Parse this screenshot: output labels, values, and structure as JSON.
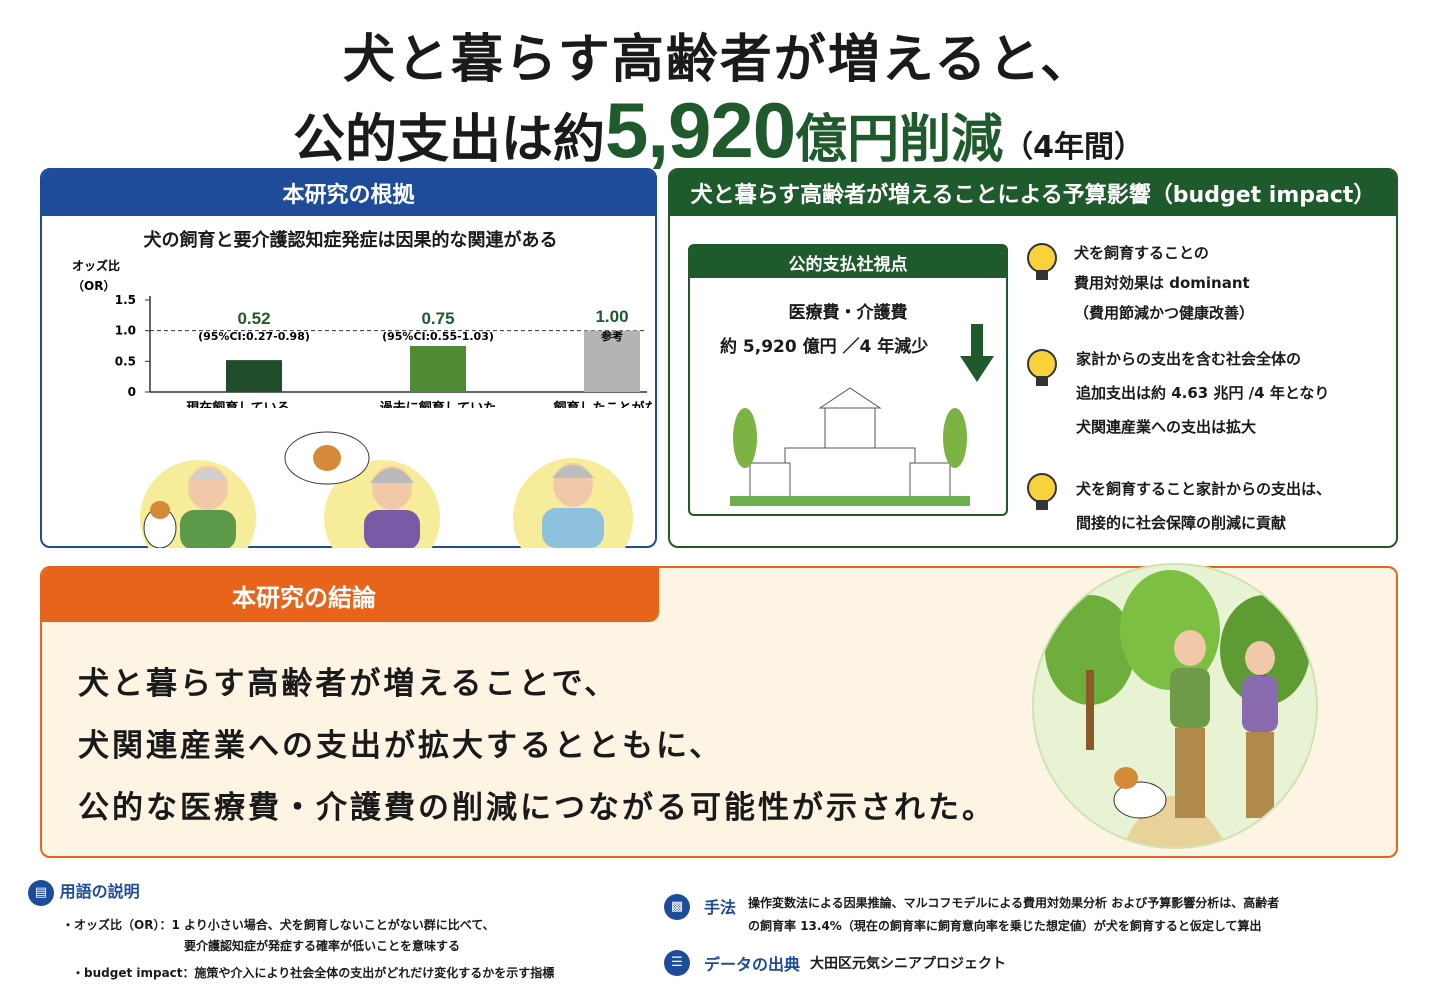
{
  "title": {
    "line1": "犬と暮らす高齢者が増えると、",
    "line2_prefix": "公的支出は約",
    "line2_number": "5,920",
    "line2_unit": "億円削減",
    "line2_suffix": "（4年間）"
  },
  "left_panel": {
    "header": "本研究の根拠",
    "subtitle": "犬の飼育と要介護認知症発症は因果的な関連がある",
    "y_label_1": "オッズ比",
    "y_label_2": "（OR）"
  },
  "chart_data": {
    "type": "bar",
    "categories": [
      "現在飼育している",
      "過去に飼育していた",
      "飼育したことがない"
    ],
    "values": [
      0.52,
      0.75,
      1.0
    ],
    "value_labels": [
      "0.52",
      "0.75",
      "1.00"
    ],
    "ci_labels": [
      "(95%CI:0.27-0.98)",
      "(95%CI:0.55-1.03)",
      "参考"
    ],
    "colors": [
      "#1f4d2a",
      "#4f8a34",
      "#b4b4b4"
    ],
    "yticks": [
      "0",
      "0.5",
      "1.0",
      "1.5"
    ],
    "ylim": [
      0,
      1.5
    ],
    "reference_line": 1.0
  },
  "right_panel": {
    "header": "犬と暮らす高齢者が増えることによる予算影響（budget impact）",
    "inner_header": "公的支払社視点",
    "inner_text1": "医療費・介護費",
    "inner_text2": "約 5,920 億円 ／4 年減少",
    "bullets": [
      [
        "犬を飼育することの",
        "費用対効果は dominant",
        "（費用節減かつ健康改善）"
      ],
      [
        "家計からの支出を含む社会全体の",
        "追加支出は約 4.63 兆円 /4 年となり",
        "犬関連産業への支出は拡大"
      ],
      [
        "犬を飼育すること家計からの支出は、",
        "間接的に社会保障の削減に貢献"
      ]
    ]
  },
  "conclusion": {
    "header": "本研究の結論",
    "lines": [
      "犬と暮らす高齢者が増えることで、",
      "犬関連産業への支出が拡大するとともに、",
      "公的な医療費・介護費の削減につながる可能性が示された。"
    ]
  },
  "footer": {
    "glossary_header": "用語の説明",
    "glossary_1a": "・オッズ比（OR）：1 より小さい場合、犬を飼育しないことがない群に比べて、",
    "glossary_1b": "要介護認知症が発症する確率が低いことを意味する",
    "glossary_2": "・budget impact：施策や介入により社会全体の支出がどれだけ変化するかを示す指標",
    "method_header": "手法",
    "method_1": "操作変数法による因果推論、マルコフモデルによる費用対効果分析 および予算影響分析は、高齢者",
    "method_2": "の飼育率 13.4%（現在の飼育率に飼育意向率を乗じた想定値）が犬を飼育すると仮定して算出",
    "source_header": "データの出典",
    "source_text": "大田区元気シニアプロジェクト"
  }
}
